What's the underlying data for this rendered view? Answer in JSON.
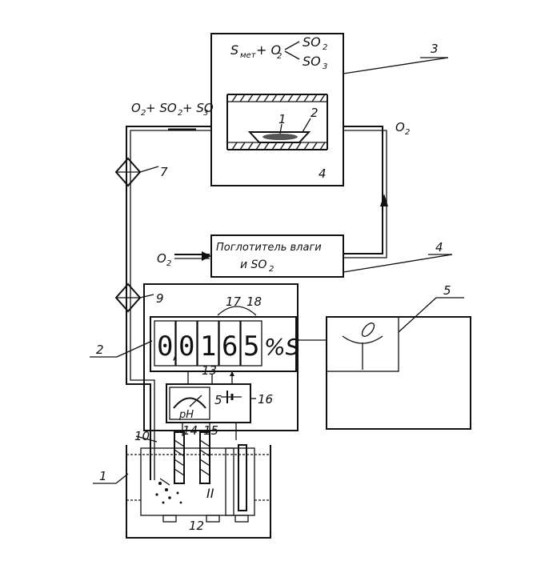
{
  "labels": {
    "reaction_s": "S",
    "reaction_s_sub": "мет",
    "reaction_plus_o2": "+ O",
    "reaction_o2_sub": "2",
    "product_so2": "SO",
    "product_so2_sub": "2",
    "product_so3": "SO",
    "product_so3_sub": "3",
    "gas_mix": "O",
    "gas_mix_sub1": "2",
    "gas_mix_mid": " + SO",
    "gas_mix_sub2": "2",
    "gas_mix_end": " + SO",
    "gas_mix_sub3": "3",
    "o2_right": "O",
    "o2_right_sub": "2",
    "o2_inlet": "O",
    "o2_inlet_sub": "2",
    "absorber_line1": "Поглотитель влаги",
    "absorber_line2": "и SO",
    "absorber_sub": "2",
    "ph": "pH",
    "percent_s": "%S",
    "comma": ","
  },
  "display_digits": [
    "0",
    "0",
    "1",
    "6",
    "5"
  ],
  "callouts": {
    "n1": "1",
    "n2_left": "2",
    "n3": "3",
    "n4_right": "4",
    "n5": "5",
    "n7": "7",
    "n9": "9",
    "n10": "10",
    "n12": "12",
    "n13": "13",
    "n14": "14",
    "n15": "15",
    "n16": "16",
    "n17": "17",
    "n18": "18",
    "furnace_4": "4",
    "boat_1": "1",
    "boat_2": "2",
    "cell_2": "II",
    "batt_5": "5"
  }
}
